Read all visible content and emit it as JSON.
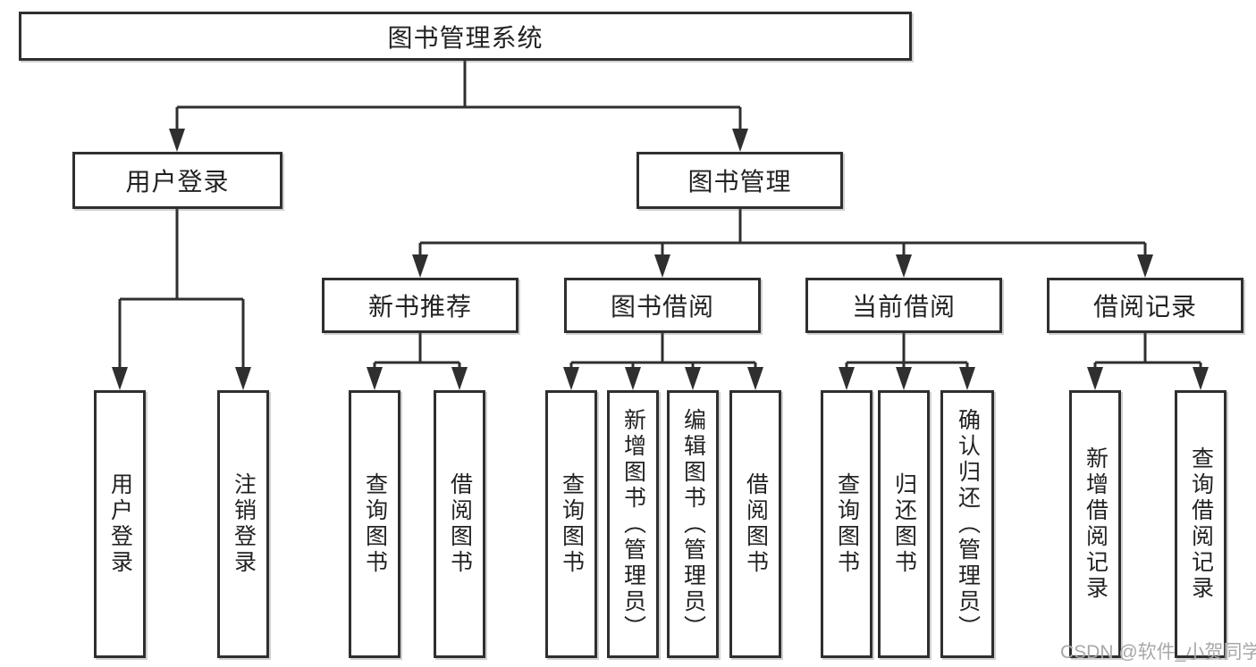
{
  "tree": {
    "label": "图书管理系统",
    "children": [
      {
        "label": "用户登录",
        "children": [
          {
            "label": "用户登录"
          },
          {
            "label": "注销登录"
          }
        ]
      },
      {
        "label": "图书管理",
        "children": [
          {
            "label": "新书推荐",
            "children": [
              {
                "label": "查询图书"
              },
              {
                "label": "借阅图书"
              }
            ]
          },
          {
            "label": "图书借阅",
            "children": [
              {
                "label": "查询图书"
              },
              {
                "label": "新增图书（管理员）"
              },
              {
                "label": "编辑图书（管理员）"
              },
              {
                "label": "借阅图书"
              }
            ]
          },
          {
            "label": "当前借阅",
            "children": [
              {
                "label": "查询图书"
              },
              {
                "label": "归还图书"
              },
              {
                "label": "确认归还（管理员）"
              }
            ]
          },
          {
            "label": "借阅记录",
            "children": [
              {
                "label": "新增借阅记录"
              },
              {
                "label": "查询借阅记录"
              }
            ]
          }
        ]
      }
    ]
  },
  "watermark": "CSDN @软件_小贺同学",
  "colors": {
    "line": "#2f2f2f",
    "box_border": "#2f2f2f",
    "text": "#222222",
    "background": "#ffffff",
    "watermark": "#a8a8a8"
  }
}
